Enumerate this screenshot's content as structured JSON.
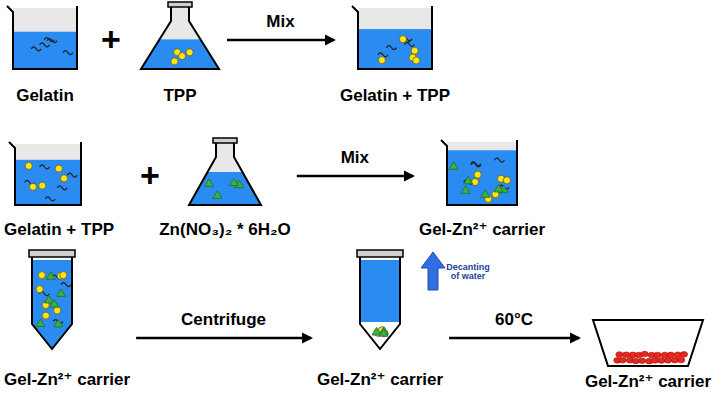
{
  "diagram": {
    "nodes": [
      {
        "text": [
          "Gelatin"
        ]
      },
      {
        "text": [
          "TPP"
        ]
      },
      {
        "text": [
          "Gelatin + TPP"
        ]
      },
      {
        "text": [
          "Gelatin + TPP"
        ]
      },
      {
        "text": [
          "Zn(NO₃)₂ * 6H₂O"
        ]
      },
      {
        "text": [
          "Gel-Zn²⁺ carrier"
        ]
      },
      {
        "text": [
          "Gel-Zn²⁺ carrier"
        ]
      },
      {
        "text": [
          "Gel-Zn²⁺ carrier"
        ]
      },
      {
        "text": [
          "Gel-Zn²⁺ carrier"
        ]
      }
    ],
    "edges": [
      {
        "from": 1,
        "to": 2,
        "label": "Mix",
        "arrow": "to"
      },
      {
        "from": 4,
        "to": 5,
        "label": "Mix",
        "arrow": "to"
      },
      {
        "from": 6,
        "to": 7,
        "label": "Centrifuge",
        "arrow": "to"
      },
      {
        "from": 7,
        "to": 8,
        "label": "60°C",
        "arrow": "to"
      }
    ],
    "labels": [
      "+",
      "+",
      "Decanting of water"
    ]
  }
}
